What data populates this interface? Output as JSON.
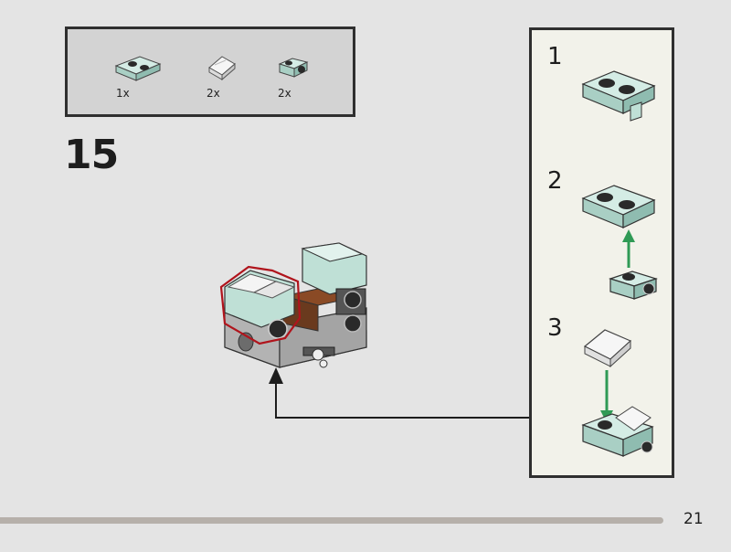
{
  "parts_list": {
    "items": [
      {
        "icon": "plate-1x2-icon",
        "quantity": "1x"
      },
      {
        "icon": "slope-tile-icon",
        "quantity": "2x"
      },
      {
        "icon": "bracket-brick-icon",
        "quantity": "2x"
      }
    ]
  },
  "step": {
    "number": "15"
  },
  "sub_steps": [
    {
      "number": "1"
    },
    {
      "number": "2"
    },
    {
      "number": "3"
    }
  ],
  "footer": {
    "page_number": "21"
  },
  "colors": {
    "background": "#e4e4e4",
    "part_mint": "#bfe0d6",
    "highlight_red": "#b0141c",
    "arrow_green": "#2f9a55",
    "brick_gray": "#9a9a9a",
    "brick_brown": "#6a3a1e",
    "footer_bar": "#b6b0aa"
  }
}
